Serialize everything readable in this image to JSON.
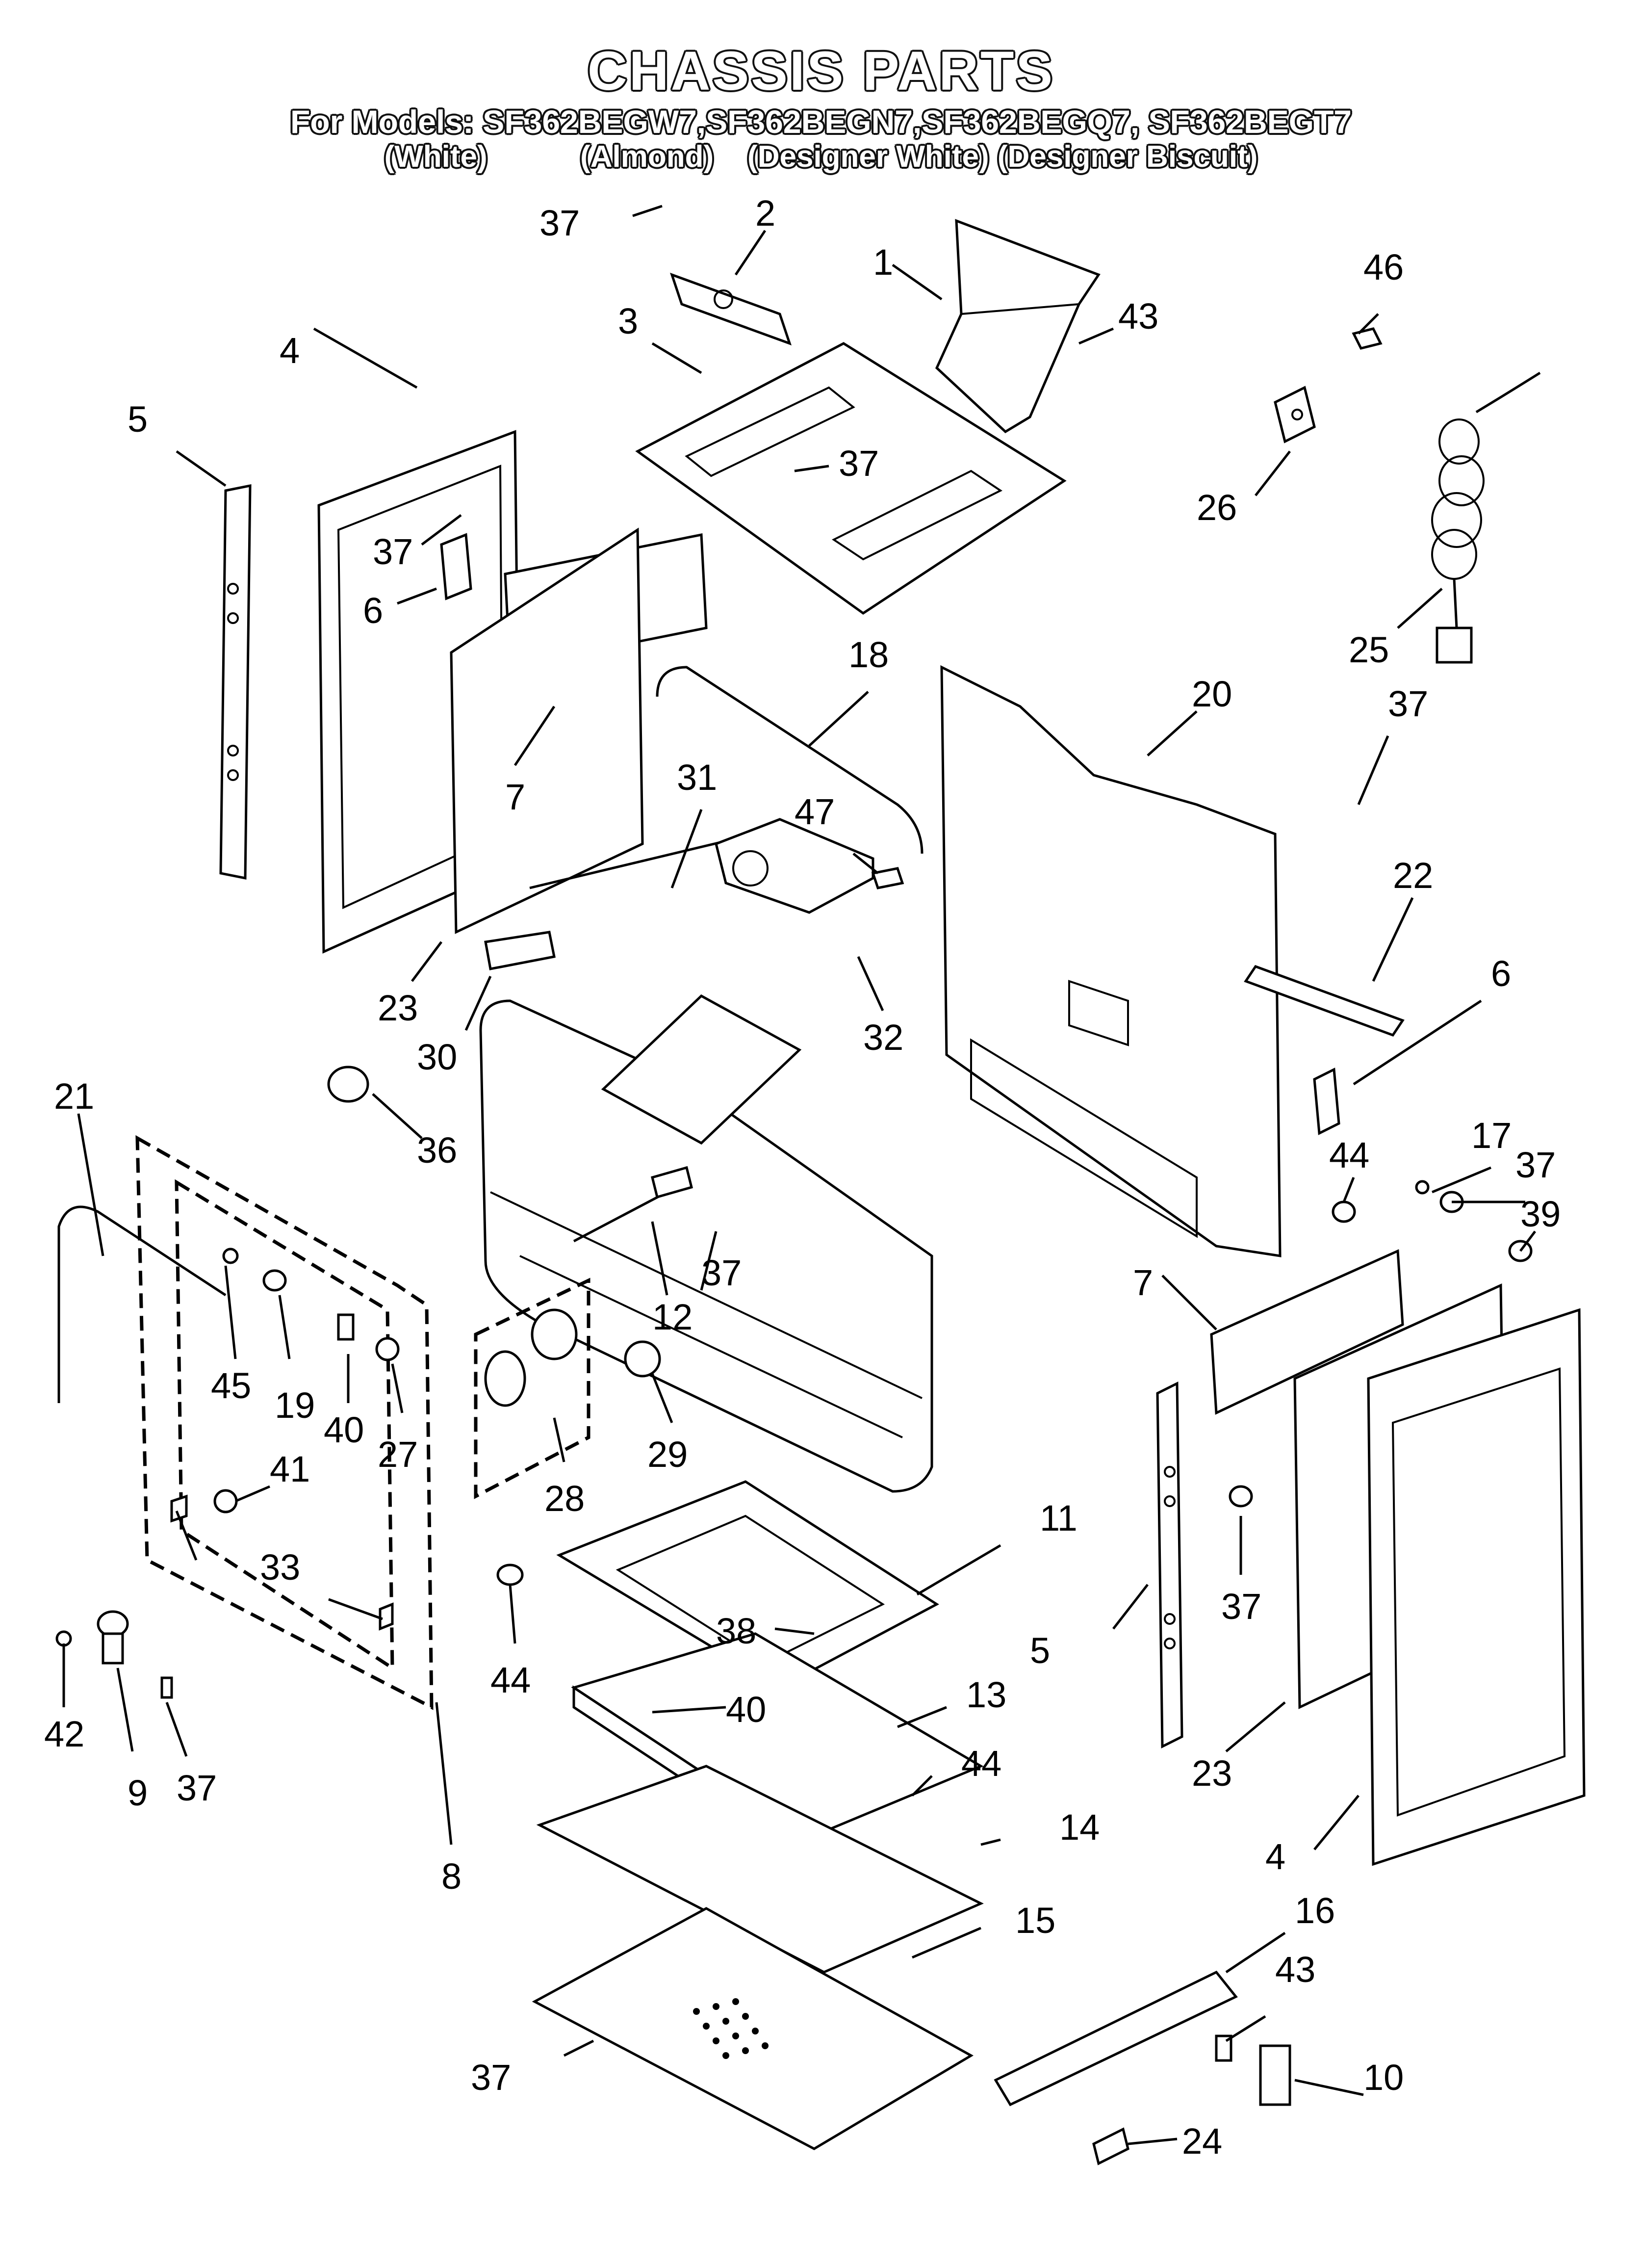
{
  "header": {
    "title": "CHASSIS PARTS",
    "models_line": "For Models: SF362BEGW7,SF362BEGN7,SF362BEGQ7, SF362BEGT7",
    "colors_line": "(White)           (Almond)    (Designer White) (Designer Biscuit)"
  },
  "callouts": [
    {
      "id": "c37a",
      "text": "37"
    },
    {
      "id": "c2",
      "text": "2"
    },
    {
      "id": "c1",
      "text": "1"
    },
    {
      "id": "c43a",
      "text": "43"
    },
    {
      "id": "c46",
      "text": "46"
    },
    {
      "id": "c3",
      "text": "3"
    },
    {
      "id": "c37b",
      "text": "37"
    },
    {
      "id": "c4a",
      "text": "4"
    },
    {
      "id": "c5a",
      "text": "5"
    },
    {
      "id": "c37c",
      "text": "37"
    },
    {
      "id": "c6a",
      "text": "6"
    },
    {
      "id": "c26",
      "text": "26"
    },
    {
      "id": "c25",
      "text": "25"
    },
    {
      "id": "c18",
      "text": "18"
    },
    {
      "id": "c20",
      "text": "20"
    },
    {
      "id": "c37d",
      "text": "37"
    },
    {
      "id": "c7a",
      "text": "7"
    },
    {
      "id": "c31",
      "text": "31"
    },
    {
      "id": "c47",
      "text": "47"
    },
    {
      "id": "c22",
      "text": "22"
    },
    {
      "id": "c6b",
      "text": "6"
    },
    {
      "id": "c23a",
      "text": "23"
    },
    {
      "id": "c30",
      "text": "30"
    },
    {
      "id": "c32",
      "text": "32"
    },
    {
      "id": "c21",
      "text": "21"
    },
    {
      "id": "c36",
      "text": "36"
    },
    {
      "id": "c44a",
      "text": "44"
    },
    {
      "id": "c17",
      "text": "17"
    },
    {
      "id": "c37e",
      "text": "37"
    },
    {
      "id": "c39",
      "text": "39"
    },
    {
      "id": "c37f",
      "text": "37"
    },
    {
      "id": "c12",
      "text": "12"
    },
    {
      "id": "c7b",
      "text": "7"
    },
    {
      "id": "c45",
      "text": "45"
    },
    {
      "id": "c19",
      "text": "19"
    },
    {
      "id": "c40a",
      "text": "40"
    },
    {
      "id": "c27",
      "text": "27"
    },
    {
      "id": "c28",
      "text": "28"
    },
    {
      "id": "c29",
      "text": "29"
    },
    {
      "id": "c41",
      "text": "41"
    },
    {
      "id": "c11",
      "text": "11"
    },
    {
      "id": "c37g",
      "text": "37"
    },
    {
      "id": "c33",
      "text": "33"
    },
    {
      "id": "c38",
      "text": "38"
    },
    {
      "id": "c5b",
      "text": "5"
    },
    {
      "id": "c44b",
      "text": "44"
    },
    {
      "id": "c42",
      "text": "42"
    },
    {
      "id": "c9",
      "text": "9"
    },
    {
      "id": "c37h",
      "text": "37"
    },
    {
      "id": "c40b",
      "text": "40"
    },
    {
      "id": "c13",
      "text": "13"
    },
    {
      "id": "c44c",
      "text": "44"
    },
    {
      "id": "c23b",
      "text": "23"
    },
    {
      "id": "c8",
      "text": "8"
    },
    {
      "id": "c14",
      "text": "14"
    },
    {
      "id": "c4b",
      "text": "4"
    },
    {
      "id": "c15",
      "text": "15"
    },
    {
      "id": "c16",
      "text": "16"
    },
    {
      "id": "c43b",
      "text": "43"
    },
    {
      "id": "c37i",
      "text": "37"
    },
    {
      "id": "c24",
      "text": "24"
    },
    {
      "id": "c10",
      "text": "10"
    }
  ]
}
